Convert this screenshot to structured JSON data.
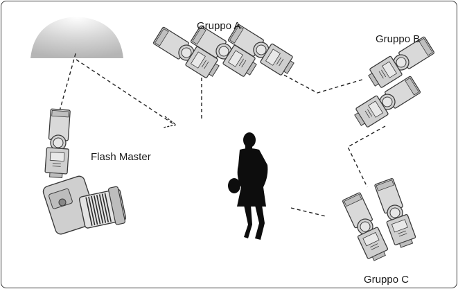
{
  "groups": {
    "group_a": "Gruppo A",
    "group_b": "Gruppo B",
    "group_c": "Gruppo C"
  },
  "master": {
    "label": "Flash Master"
  },
  "colors": {
    "flash_body": "#d9d9d9",
    "flash_outline": "#3a3a3a",
    "silhouette": "#0d0d0d",
    "dashed_line": "#222222",
    "umbrella": "#c9c9c9"
  },
  "icons": [
    "umbrella-reflector-icon",
    "flash-unit-icon",
    "camera-icon",
    "person-silhouette-icon"
  ]
}
